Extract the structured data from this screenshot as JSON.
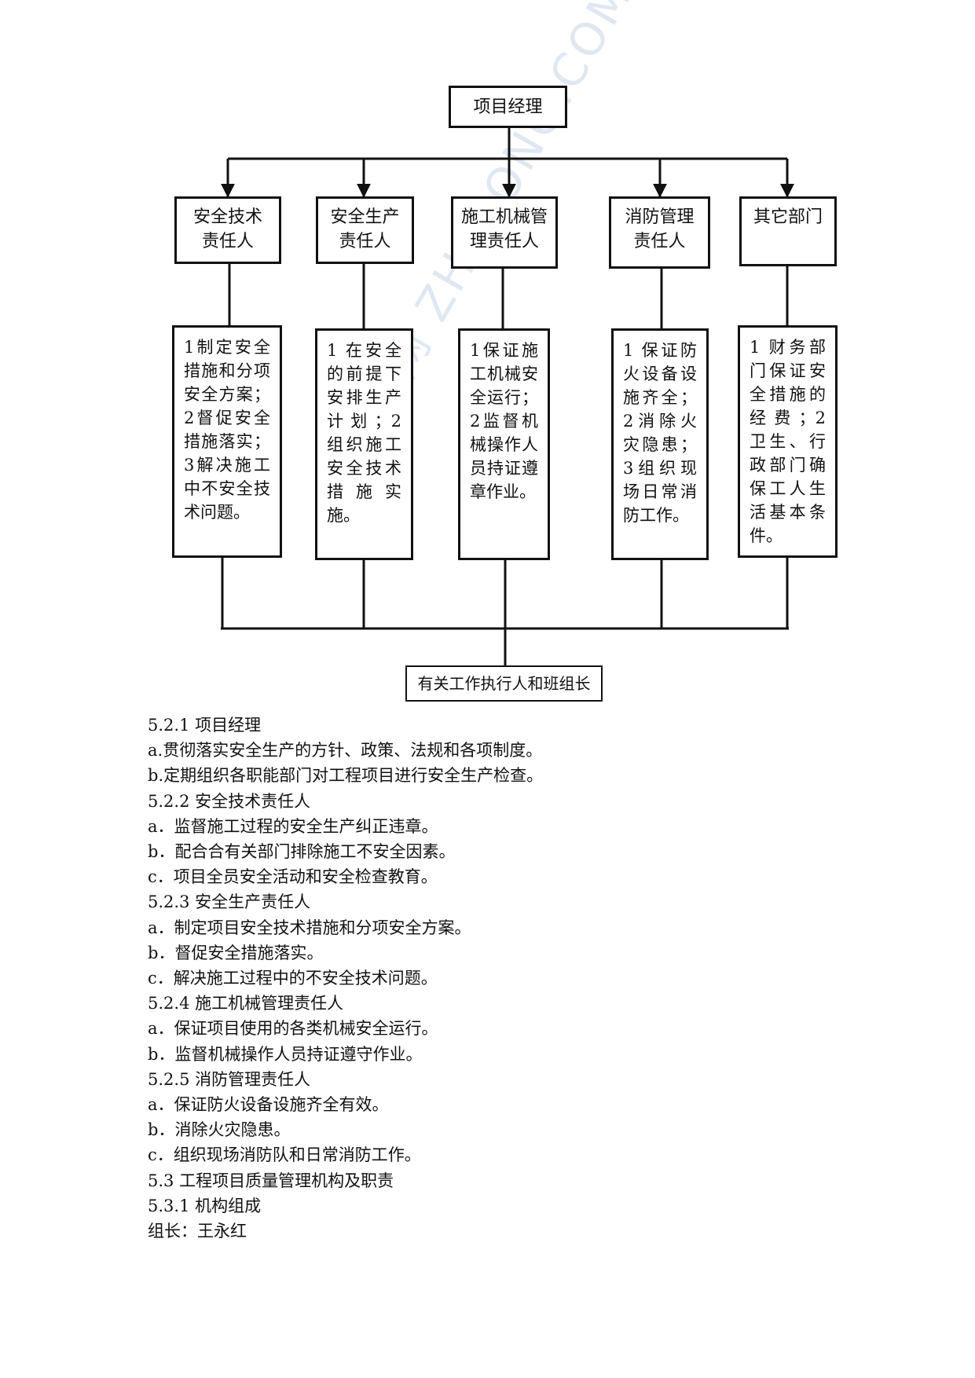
{
  "chart": {
    "root": "项目经理",
    "roles": [
      "安全技术\n责任人",
      "安全生产\n责任人",
      "施工机械管\n理责任人",
      "消防管理\n责任人",
      "其它部门"
    ],
    "duties": [
      "1制定安全措施和分项安全方案；2督促安全措施落实；3解决施工中不安全技术问题。",
      "1 在安全的前提下安排生产计划；2组织施工安全技术措施实施。",
      "1保证施工机械安全运行；2监督机械操作人员持证遵章作业。",
      "1 保证防火设备设施齐全；2消除火灾隐患；3组织现场日常消防工作。",
      "1 财务部门保证安全措施的经费；2卫生、行政部门确保工人生活基本条件。"
    ],
    "bottom": "有关工作执行人和班组长"
  },
  "text_lines": [
    "5.2.1  项目经理",
    "a.贯彻落实安全生产的方针、政策、法规和各项制度。",
    "b.定期组织各职能部门对工程项目进行安全生产检查。",
    "5.2.2  安全技术责任人",
    "a．监督施工过程的安全生产纠正违章。",
    "b．配合合有关部门排除施工不安全因素。",
    "c．项目全员安全活动和安全检查教育。",
    "5.2.3  安全生产责任人",
    "a．制定项目安全技术措施和分项安全方案。",
    "b．督促安全措施落实。",
    "c．解决施工过程中的不安全技术问题。",
    "5.2.4  施工机械管理责任人",
    "a．保证项目使用的各类机械安全运行。",
    "b．监督机械操作人员持证遵守作业。",
    "5.2.5  消防管理责任人",
    "a．保证防火设备设施齐全有效。",
    "b．消除火灾隐患。",
    "c．组织现场消防队和日常消防工作。",
    "5.3  工程项目质量管理机构及职责",
    "5.3.1  机构组成",
    "组长：王永红"
  ]
}
